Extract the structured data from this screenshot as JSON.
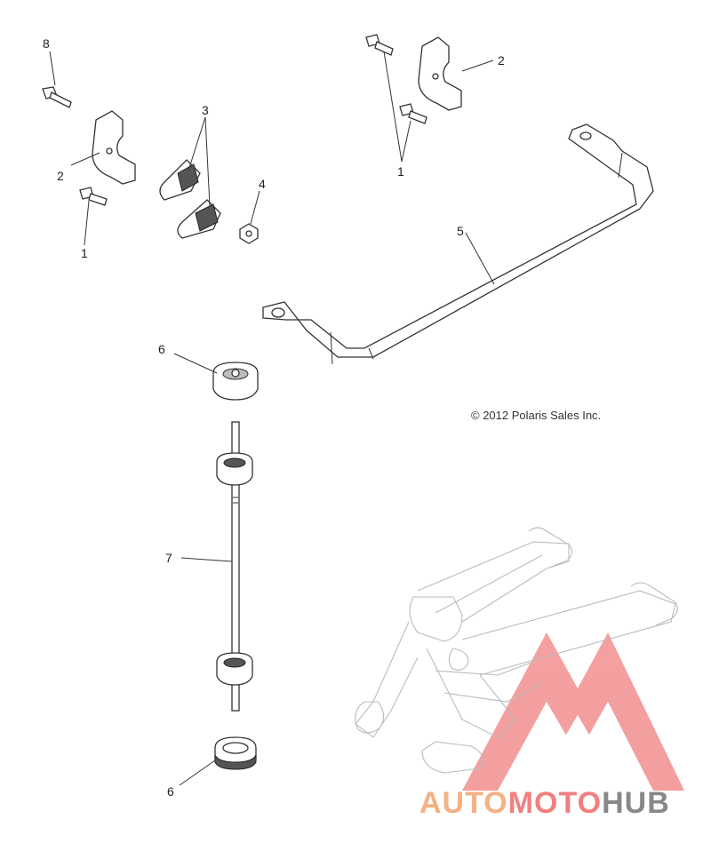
{
  "diagram": {
    "callouts": {
      "c8": "8",
      "c2_left": "2",
      "c3": "3",
      "c4": "4",
      "c1_left": "1",
      "c2_right": "2",
      "c1_right": "1",
      "c5": "5",
      "c6_top": "6",
      "c7": "7",
      "c6_bottom": "6"
    },
    "copyright": "© 2012 Polaris Sales Inc."
  },
  "watermark": {
    "text_part1": "AUTO",
    "text_part2": "MOTO",
    "text_part3": "HUB",
    "color_orange": "#f4b183",
    "color_red": "#f08080",
    "color_gray": "#888888"
  }
}
